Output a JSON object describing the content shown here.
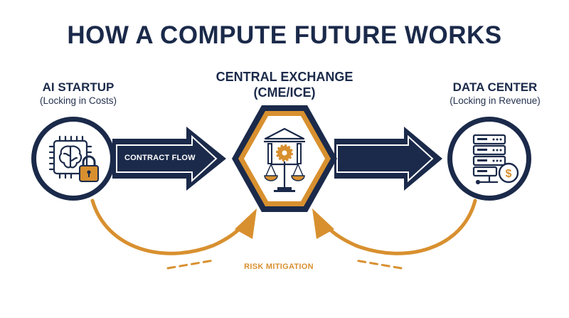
{
  "title": "HOW A COMPUTE FUTURE WORKS",
  "nodes": {
    "startup": {
      "title": "AI STARTUP",
      "subtitle": "(Locking in Costs)"
    },
    "exchange": {
      "title_line1": "CENTRAL EXCHANGE",
      "title_line2": "(CME/ICE)"
    },
    "datacenter": {
      "title": "DATA CENTER",
      "subtitle": "(Locking in Revenue)"
    }
  },
  "flows": {
    "contract_label": "CONTRACT FLOW",
    "risk_label": "RISK MITIGATION"
  },
  "icons": {
    "startup": "brain-chip-lock-icon",
    "exchange": "bank-gear-scales-icon",
    "datacenter": "server-dollar-icon"
  },
  "colors": {
    "navy": "#1b2a4a",
    "gold": "#d8902f",
    "white": "#ffffff"
  }
}
